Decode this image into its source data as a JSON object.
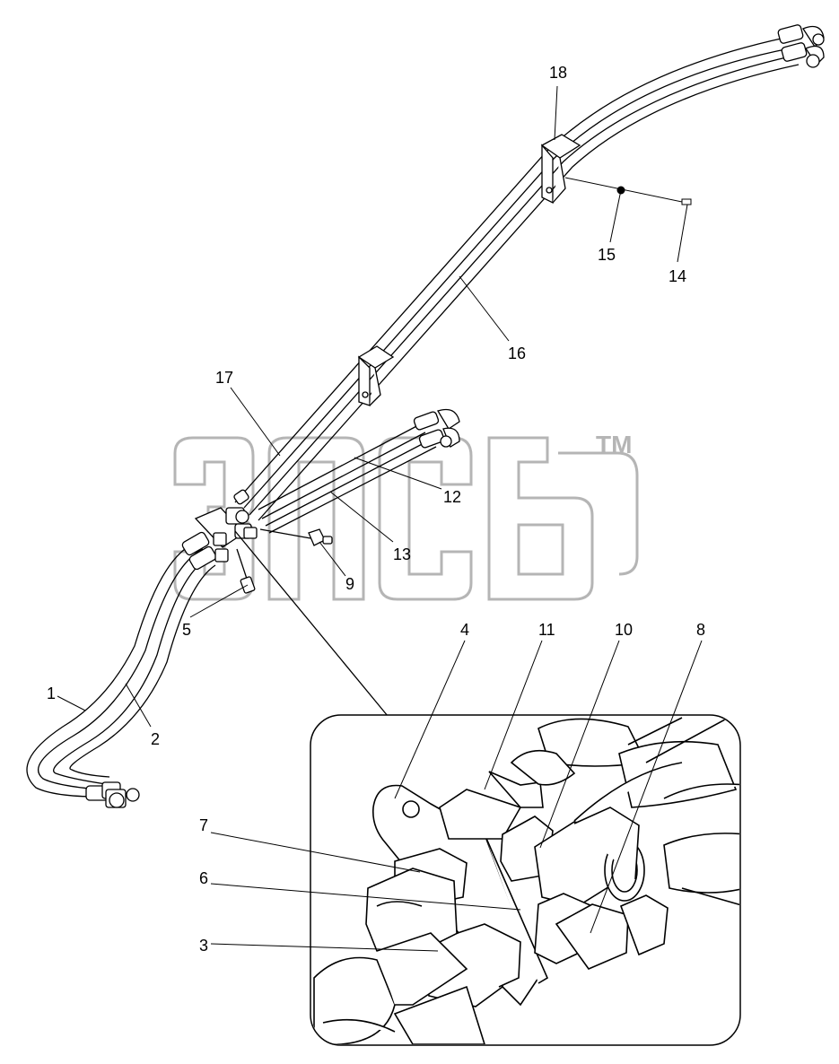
{
  "watermark": {
    "logo_text": "3ПСБ",
    "trademark": "TM",
    "color": "#b5b5b5"
  },
  "line_color": "#000000",
  "callouts": {
    "c1": "1",
    "c2": "2",
    "c3": "3",
    "c4": "4",
    "c5": "5",
    "c6": "6",
    "c7": "7",
    "c8": "8",
    "c9": "9",
    "c10": "10",
    "c11": "11",
    "c12": "12",
    "c13": "13",
    "c14": "14",
    "c15": "15",
    "c16": "16",
    "c17": "17",
    "c18": "18"
  }
}
